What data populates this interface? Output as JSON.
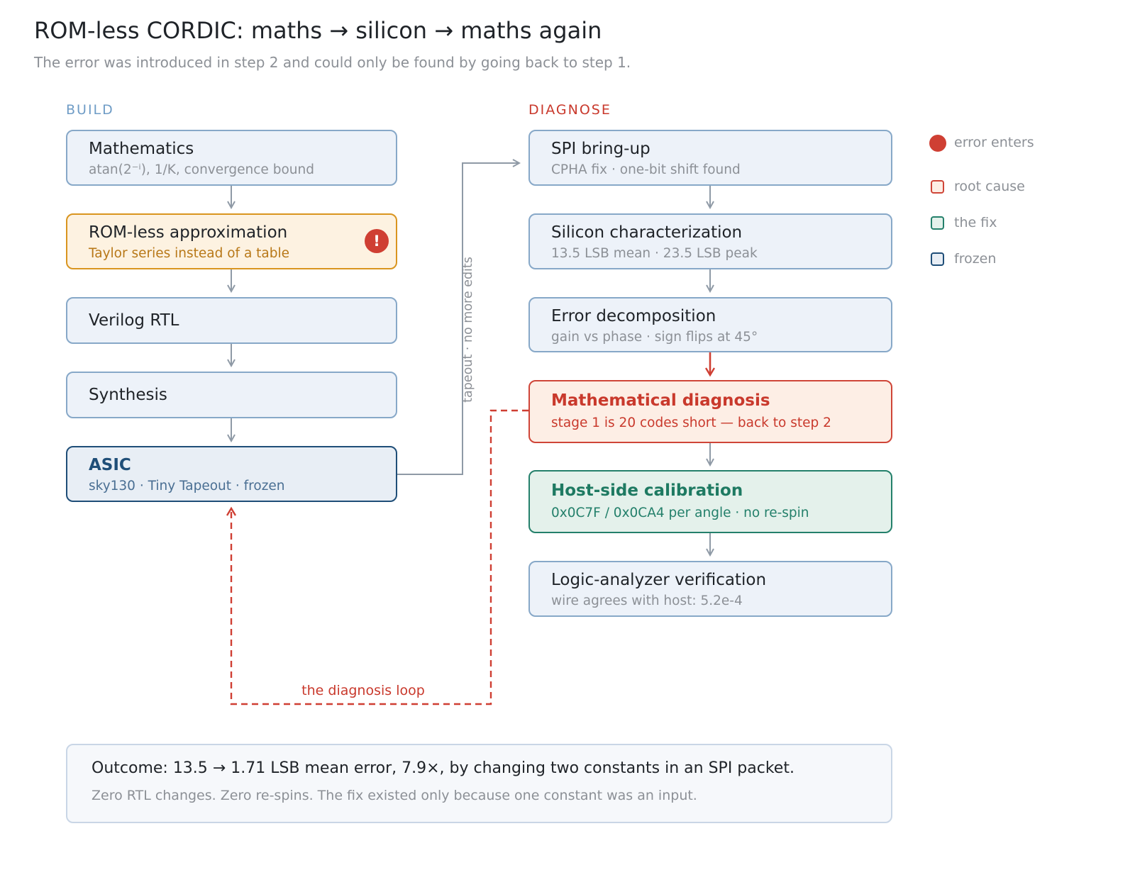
{
  "title": "ROM-less CORDIC: maths → silicon → maths again",
  "subtitle": "The error was introduced in step 2 and could only be found by going back to step 1.",
  "build": {
    "heading": "BUILD",
    "steps": [
      {
        "title": "Mathematics",
        "subtitle": "atan(2⁻ⁱ), 1/K, convergence bound"
      },
      {
        "title": "ROM-less approximation",
        "subtitle": "Taylor series instead of a table",
        "badge": "!"
      },
      {
        "title": "Verilog RTL"
      },
      {
        "title": "Synthesis"
      },
      {
        "title": "ASIC",
        "subtitle": "sky130 · Tiny Tapeout · frozen"
      }
    ]
  },
  "diagnose": {
    "heading": "DIAGNOSE",
    "steps": [
      {
        "title": "SPI bring-up",
        "subtitle": "CPHA fix · one-bit shift found"
      },
      {
        "title": "Silicon characterization",
        "subtitle": "13.5 LSB mean · 23.5 LSB peak"
      },
      {
        "title": "Error decomposition",
        "subtitle": "gain vs phase · sign flips at 45°"
      },
      {
        "title": "Mathematical diagnosis",
        "subtitle": "stage 1 is 20 codes short — back to step 2"
      },
      {
        "title": "Host-side calibration",
        "subtitle": "0x0C7F / 0x0CA4 per angle · no re-spin"
      },
      {
        "title": "Logic-analyzer verification",
        "subtitle": "wire agrees with host: 5.2e-4"
      }
    ]
  },
  "connectors": {
    "tapeout_label": "tapeout · no more edits",
    "loop_label": "the diagnosis loop"
  },
  "legend": [
    {
      "label": "error enters",
      "shape": "dot",
      "color": "#cf3f33"
    },
    {
      "label": "root cause",
      "shape": "square",
      "color": "#cf4538",
      "fill": "#fdeee5"
    },
    {
      "label": "the fix",
      "shape": "square",
      "color": "#24806b",
      "fill": "#e4f1eb"
    },
    {
      "label": "frozen",
      "shape": "square",
      "color": "#1f4e78",
      "fill": "#e8eef5"
    }
  ],
  "outcome": {
    "main": "Outcome: 13.5 → 1.71 LSB mean error, 7.9×, by changing two constants in an SPI packet.",
    "sub": "Zero RTL changes. Zero re-spins. The fix existed only because one constant was an input."
  },
  "colors": {
    "accent_blue": "#87a8c8",
    "build_heading": "#6f9cc6",
    "diagnose_heading": "#c9392c",
    "error_red": "#cf3f33",
    "fix_green": "#24806b",
    "frozen_navy": "#1f4e78",
    "warning_orange": "#d9951f"
  }
}
